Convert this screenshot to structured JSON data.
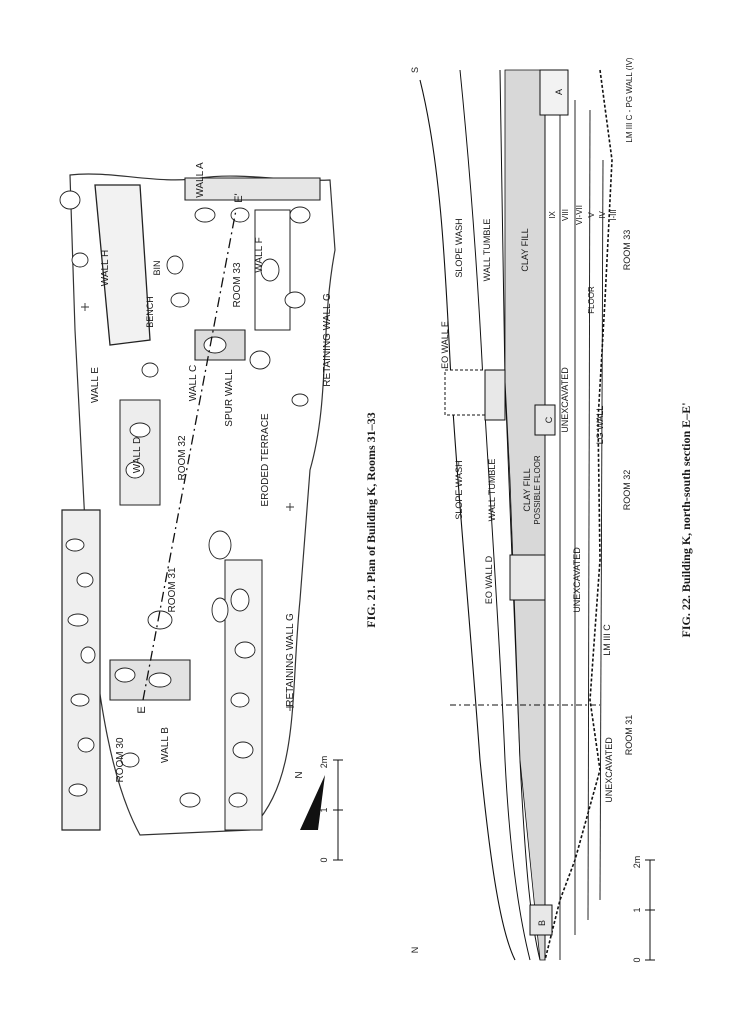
{
  "figure21": {
    "caption": "FIG. 21. Plan of Building K, Rooms 31–33",
    "labels": {
      "wall_h": "WALL H",
      "wall_a": "WALL A",
      "e_prime": "E'",
      "bin": "BIN",
      "bench": "BENCH",
      "wall_f": "WALL F",
      "room33": "ROOM 33",
      "wall_e": "WALL E",
      "wall_c": "WALL C",
      "spur_wall": "SPUR WALL",
      "retaining_wall_g_top": "RETAINING WALL G",
      "wall_d": "WALL D",
      "room32": "ROOM 32",
      "eroded_terrace": "ERODED TERRACE",
      "room31": "ROOM 31",
      "retaining_wall_g": "RETAINING WALL G",
      "e": "E",
      "wall_b": "WALL B",
      "room30": "ROOM 30"
    },
    "scale": {
      "zero": "0",
      "one": "1",
      "two": "2m",
      "north": "N"
    }
  },
  "figure22": {
    "caption": "FIG. 22. Building K, north-south section E–E'",
    "labels": {
      "s": "S",
      "n": "N",
      "a": "A",
      "b": "B",
      "c": "C",
      "lm_pg_wall": "LM III C - PG WALL (IV)",
      "slope_wash_1": "SLOPE WASH",
      "wall_tumble_1": "WALL TUMBLE",
      "clay_fill_1": "CLAY FILL",
      "room33": "ROOM 33",
      "eo_wall_e": "EO WALL E",
      "unexcavated_1": "UNEXCAVATED",
      "lg_wall": "LG WALL",
      "slope_wash_2": "SLOPE WASH",
      "wall_tumble_2": "WALL TUMBLE",
      "clay_fill_2": "CLAY FILL",
      "possible_floor": "POSSIBLE FLOOR",
      "room32": "ROOM 32",
      "eo_wall_d": "EO WALL D",
      "unexcavated_2": "UNEXCAVATED",
      "lm_iii_c": "LM III C",
      "room31": "ROOM 31",
      "unexcavated_3": "UNEXCAVATED",
      "floor": "FLOOR"
    },
    "strata": [
      "IX",
      "VIII",
      "VI-VII",
      "V",
      "IV",
      "I-III"
    ],
    "scale": {
      "zero": "0",
      "one": "1",
      "two": "2m"
    }
  }
}
